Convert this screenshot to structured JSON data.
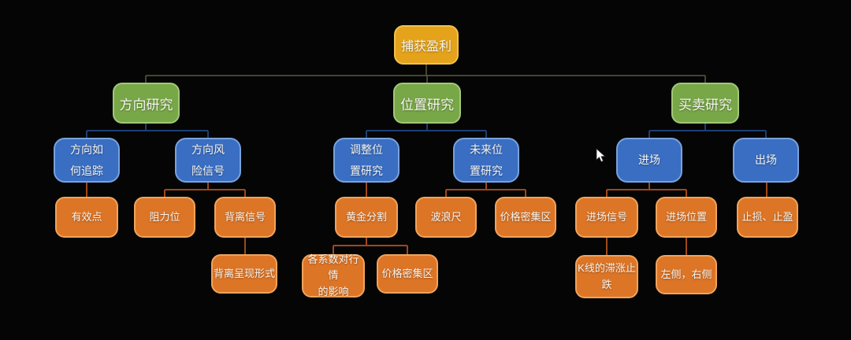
{
  "colors": {
    "bg": "#050505",
    "text": "#f5f3ee",
    "node-yellow": "#e4a31b",
    "node-yellow-border": "#f2c14e",
    "node-green": "#78a748",
    "node-green-border": "#a3c878",
    "node-blue": "#3a6ec2",
    "node-blue-border": "#78a2de",
    "node-orange": "#dd7527",
    "node-orange-border": "#efa45c",
    "line-root": "#5c5a40",
    "line-blue": "#1d3e73",
    "line-orange": "#a04818"
  },
  "nodes": {
    "root": {
      "label": "捕获盈利"
    },
    "direction": {
      "label": "方向研究"
    },
    "position": {
      "label": "位置研究"
    },
    "trade": {
      "label": "买卖研究"
    },
    "dir_track": {
      "label": "方向如\n何追踪"
    },
    "dir_risk": {
      "label": "方向风\n险信号"
    },
    "adjust_pos": {
      "label": "调整位\n置研究"
    },
    "future_pos": {
      "label": "未来位\n置研究"
    },
    "enter": {
      "label": "进场"
    },
    "exit": {
      "label": "出场"
    },
    "valid_point": {
      "label": "有效点"
    },
    "resistance": {
      "label": "阻力位"
    },
    "divergence_signal": {
      "label": "背离信号"
    },
    "golden_ratio": {
      "label": "黄金分割"
    },
    "wave_ruler": {
      "label": "波浪尺"
    },
    "price_dense_future": {
      "label": "价格密集区"
    },
    "entry_signal": {
      "label": "进场信号"
    },
    "entry_position": {
      "label": "进场位置"
    },
    "stop_loss_profit": {
      "label": "止损、止盈"
    },
    "divergence_form": {
      "label": "背离呈现形式"
    },
    "coefficient_effect": {
      "label": "各系数对行情\n的影响"
    },
    "price_dense_golden": {
      "label": "价格密集区"
    },
    "kline_signal": {
      "label": "K线的滞涨止\n跌"
    },
    "left_right_side": {
      "label": "左侧，右侧"
    }
  }
}
